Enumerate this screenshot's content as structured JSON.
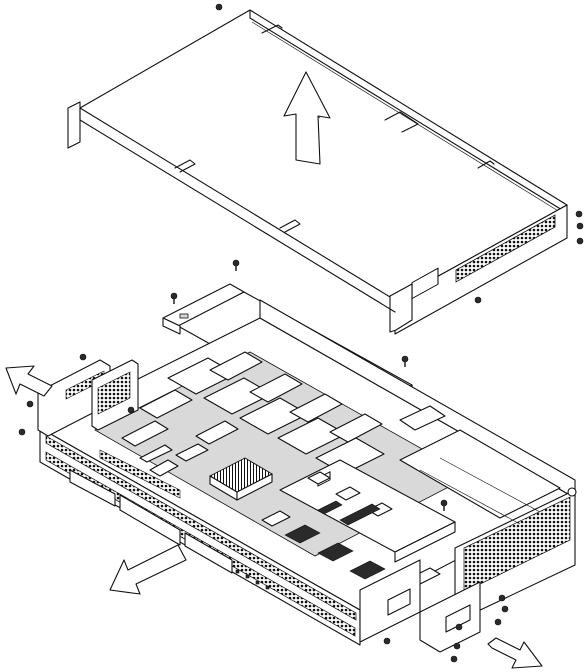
{
  "figure": {
    "parts": [
      {
        "name": "top-cover",
        "icon": "chassis-cover"
      },
      {
        "name": "mounting-bracket",
        "icon": "bracket"
      },
      {
        "name": "chassis-base",
        "icon": "server-chassis"
      },
      {
        "name": "screws",
        "icon": "screw-icon"
      }
    ],
    "arrows": [
      {
        "name": "lift-cover-arrow",
        "direction": "up"
      },
      {
        "name": "left-ear-arrow",
        "direction": "up-left"
      },
      {
        "name": "front-arrow",
        "direction": "down-left"
      },
      {
        "name": "right-ear-arrow",
        "direction": "down-right"
      }
    ],
    "colors": {
      "line": "#111111",
      "background": "#ffffff",
      "vent": "#2a2a2a"
    }
  }
}
